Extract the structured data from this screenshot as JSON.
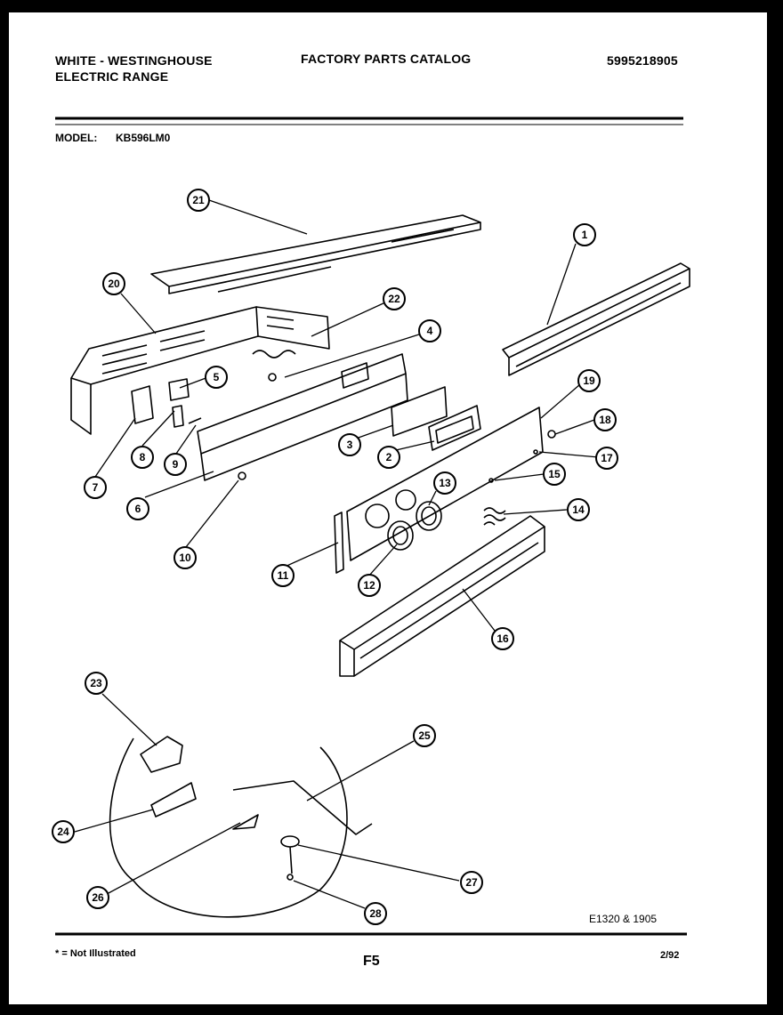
{
  "header": {
    "brand_line1": "WHITE - WESTINGHOUSE",
    "brand_line2": "ELECTRIC RANGE",
    "catalog_title": "FACTORY PARTS CATALOG",
    "catalog_number": "5995218905",
    "model_label": "MODEL:",
    "model_value": "KB596LM0"
  },
  "footer": {
    "not_illustrated": "* = Not Illustrated",
    "page_code": "F5",
    "date": "2/92",
    "drawing_ref": "E1320 & 1905"
  },
  "callouts": [
    "1",
    "2",
    "3",
    "4",
    "5",
    "6",
    "7",
    "8",
    "9",
    "10",
    "11",
    "12",
    "13",
    "14",
    "15",
    "16",
    "17",
    "18",
    "19",
    "20",
    "21",
    "22",
    "23",
    "24",
    "25",
    "26",
    "27",
    "28"
  ],
  "colors": {
    "ink": "#000000",
    "paper": "#ffffff",
    "border": "#000000"
  }
}
